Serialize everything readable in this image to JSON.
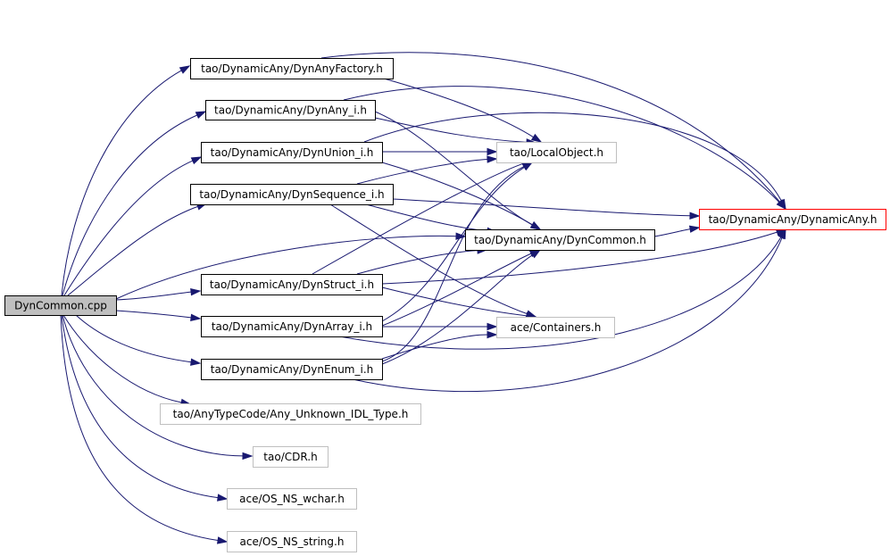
{
  "nodes": [
    {
      "id": "dyncommon_cpp",
      "label": "DynCommon.cpp",
      "style": "root",
      "colors": {
        "fill": "#bfbfbf",
        "stroke": "#000000"
      }
    },
    {
      "id": "dynanyfactory",
      "label": "tao/DynamicAny/DynAnyFactory.h",
      "style": "normal"
    },
    {
      "id": "dynany_i",
      "label": "tao/DynamicAny/DynAny_i.h",
      "style": "normal"
    },
    {
      "id": "dynunion_i",
      "label": "tao/DynamicAny/DynUnion_i.h",
      "style": "normal"
    },
    {
      "id": "dynsequence_i",
      "label": "tao/DynamicAny/DynSequence_i.h",
      "style": "normal"
    },
    {
      "id": "dyncommon_h",
      "label": "tao/DynamicAny/DynCommon.h",
      "style": "normal"
    },
    {
      "id": "dynstruct_i",
      "label": "tao/DynamicAny/DynStruct_i.h",
      "style": "normal"
    },
    {
      "id": "dynarray_i",
      "label": "tao/DynamicAny/DynArray_i.h",
      "style": "normal"
    },
    {
      "id": "dynenum_i",
      "label": "tao/DynamicAny/DynEnum_i.h",
      "style": "normal"
    },
    {
      "id": "localobject",
      "label": "tao/LocalObject.h",
      "style": "grey"
    },
    {
      "id": "dynamicany",
      "label": "tao/DynamicAny/DynamicAny.h",
      "style": "red"
    },
    {
      "id": "containers",
      "label": "ace/Containers.h",
      "style": "grey"
    },
    {
      "id": "any_unknown",
      "label": "tao/AnyTypeCode/Any_Unknown_IDL_Type.h",
      "style": "grey"
    },
    {
      "id": "cdr",
      "label": "tao/CDR.h",
      "style": "grey"
    },
    {
      "id": "os_ns_wchar",
      "label": "ace/OS_NS_wchar.h",
      "style": "grey"
    },
    {
      "id": "os_ns_string",
      "label": "ace/OS_NS_string.h",
      "style": "grey"
    }
  ],
  "edges": [
    {
      "from": "dyncommon_cpp",
      "to": "dynanyfactory"
    },
    {
      "from": "dyncommon_cpp",
      "to": "dynany_i"
    },
    {
      "from": "dyncommon_cpp",
      "to": "dynunion_i"
    },
    {
      "from": "dyncommon_cpp",
      "to": "dynsequence_i"
    },
    {
      "from": "dyncommon_cpp",
      "to": "dyncommon_h"
    },
    {
      "from": "dyncommon_cpp",
      "to": "dynstruct_i"
    },
    {
      "from": "dyncommon_cpp",
      "to": "dynarray_i"
    },
    {
      "from": "dyncommon_cpp",
      "to": "dynenum_i"
    },
    {
      "from": "dyncommon_cpp",
      "to": "any_unknown"
    },
    {
      "from": "dyncommon_cpp",
      "to": "cdr"
    },
    {
      "from": "dyncommon_cpp",
      "to": "os_ns_wchar"
    },
    {
      "from": "dyncommon_cpp",
      "to": "os_ns_string"
    },
    {
      "from": "dynanyfactory",
      "to": "localobject"
    },
    {
      "from": "dynanyfactory",
      "to": "dynamicany"
    },
    {
      "from": "dynany_i",
      "to": "dynamicany"
    },
    {
      "from": "dynany_i",
      "to": "localobject"
    },
    {
      "from": "dynany_i",
      "to": "dyncommon_h"
    },
    {
      "from": "dynunion_i",
      "to": "localobject"
    },
    {
      "from": "dynunion_i",
      "to": "dynamicany"
    },
    {
      "from": "dynunion_i",
      "to": "dyncommon_h"
    },
    {
      "from": "dynsequence_i",
      "to": "localobject"
    },
    {
      "from": "dynsequence_i",
      "to": "dynamicany"
    },
    {
      "from": "dynsequence_i",
      "to": "dyncommon_h"
    },
    {
      "from": "dynsequence_i",
      "to": "containers"
    },
    {
      "from": "dyncommon_h",
      "to": "dynamicany"
    },
    {
      "from": "dynstruct_i",
      "to": "localobject"
    },
    {
      "from": "dynstruct_i",
      "to": "dyncommon_h"
    },
    {
      "from": "dynstruct_i",
      "to": "dynamicany"
    },
    {
      "from": "dynstruct_i",
      "to": "containers"
    },
    {
      "from": "dynarray_i",
      "to": "localobject"
    },
    {
      "from": "dynarray_i",
      "to": "dyncommon_h"
    },
    {
      "from": "dynarray_i",
      "to": "containers"
    },
    {
      "from": "dynarray_i",
      "to": "dynamicany"
    },
    {
      "from": "dynenum_i",
      "to": "localobject"
    },
    {
      "from": "dynenum_i",
      "to": "dyncommon_h"
    },
    {
      "from": "dynenum_i",
      "to": "containers"
    },
    {
      "from": "dynenum_i",
      "to": "dynamicany"
    }
  ],
  "colors": {
    "edge": "#191970",
    "node_stroke": "#000000",
    "grey_stroke": "#bfbfbf",
    "red_stroke": "#ff0000",
    "root_fill": "#bfbfbf",
    "background": "#ffffff"
  }
}
